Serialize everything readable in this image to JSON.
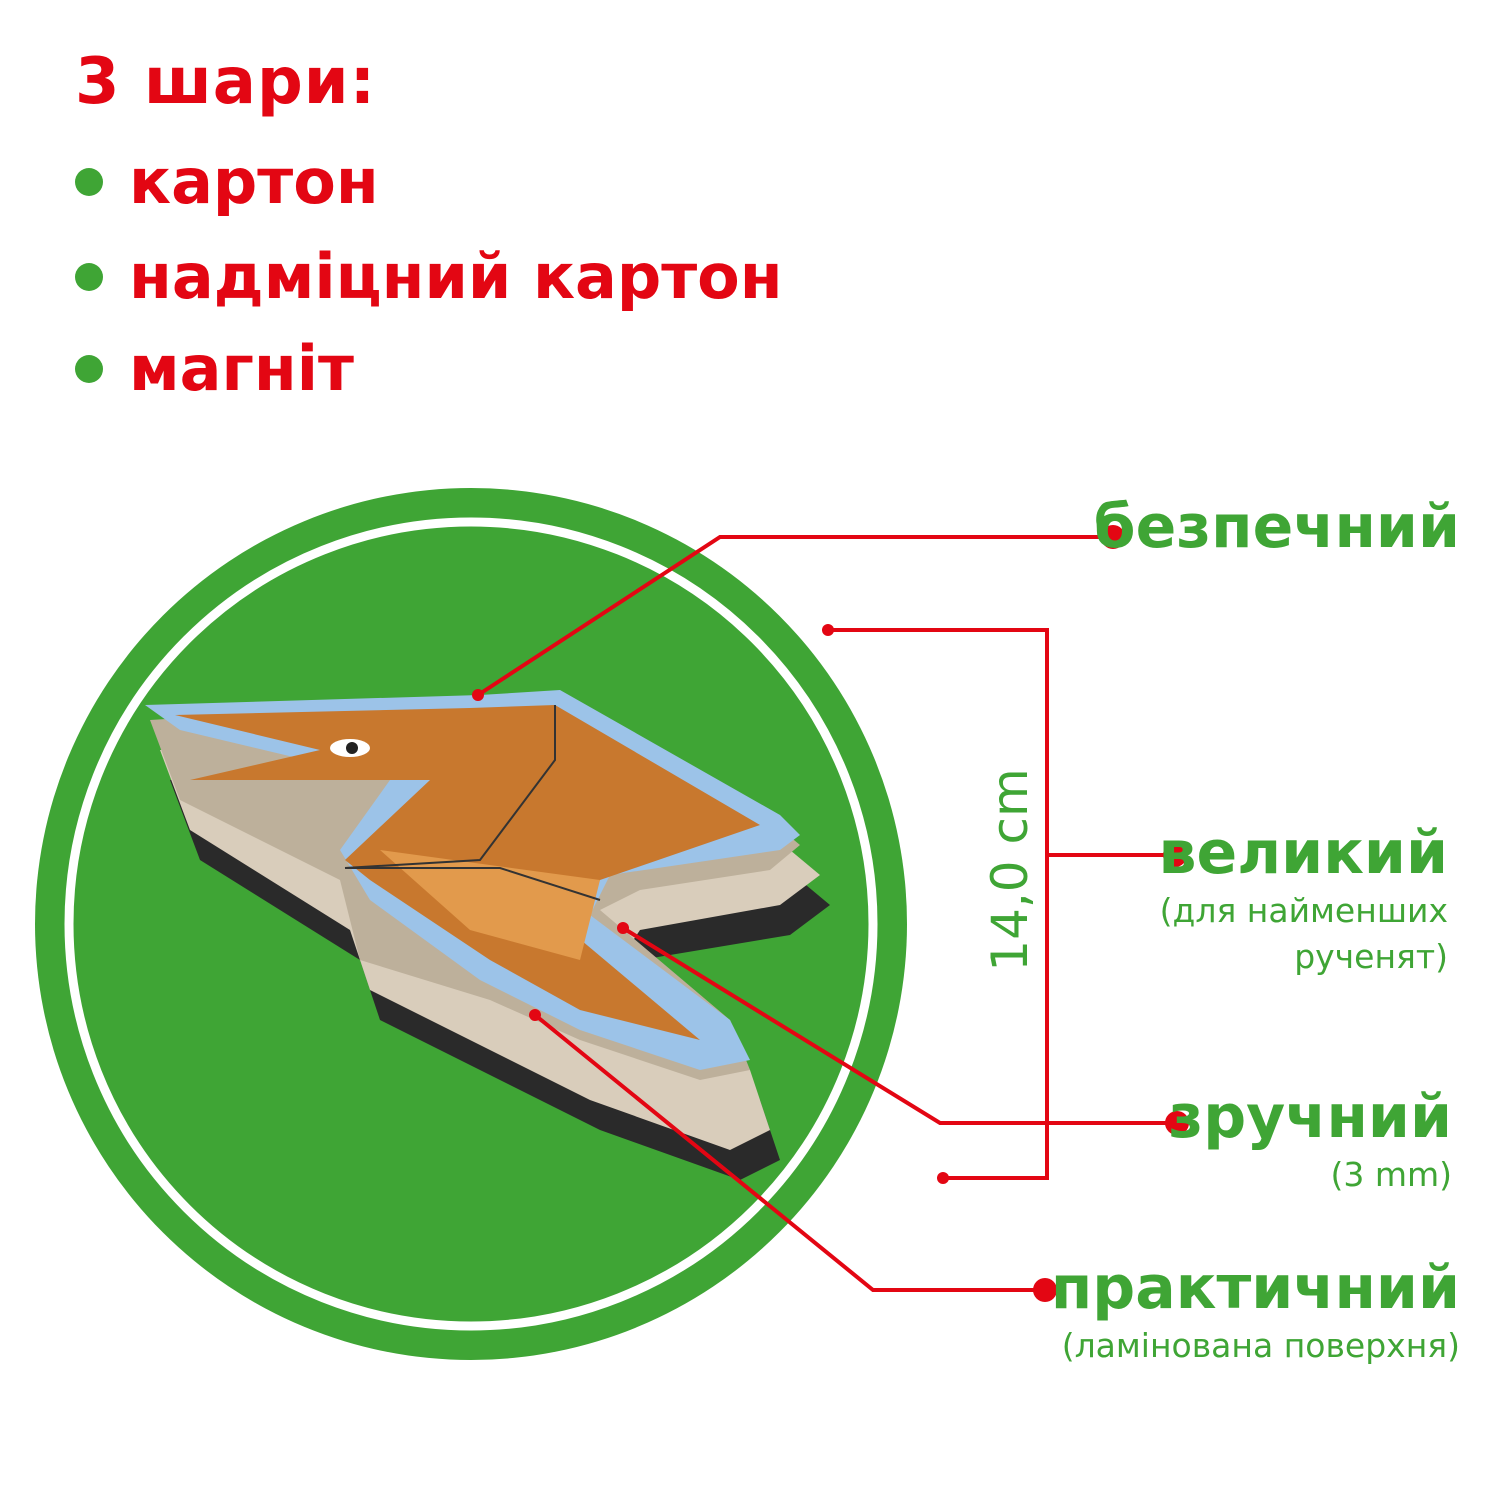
{
  "heading": "3 шари:",
  "layers": [
    "картон",
    "надміцний картон",
    "магніт"
  ],
  "features": {
    "safe": "безпечний",
    "big": "великий",
    "big_note_1": "(для найменших",
    "big_note_2": "рученят)",
    "convenient": "зручний",
    "convenient_note": "(3 mm)",
    "practical": "практичний",
    "practical_note": "(ламінована поверхня)"
  },
  "dimension": "14,0 cm",
  "colors": {
    "red": "#e30613",
    "green": "#3fa535",
    "blue_edge": "#9cc3e8",
    "dino": "#c8782e"
  }
}
